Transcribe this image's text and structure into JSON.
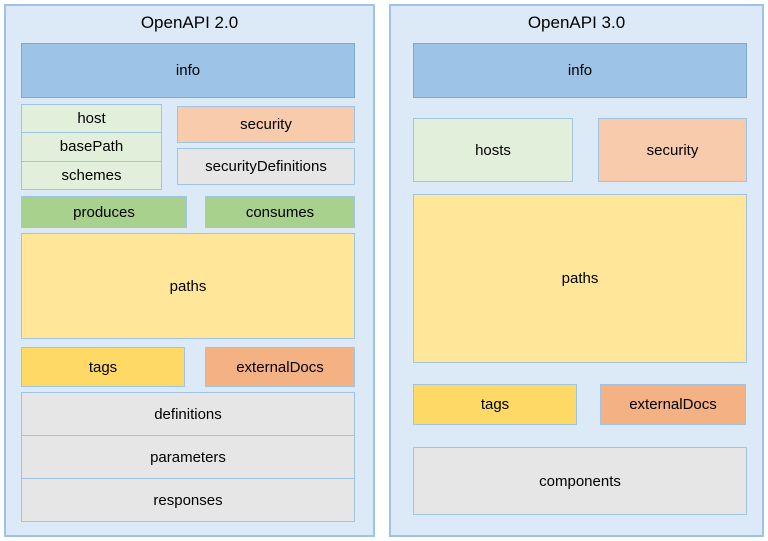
{
  "colors": {
    "panel_bg": "#dce9f6",
    "panel_border": "#9dc3e6",
    "box_border": "#a2c4e4",
    "info_border": "#7fa9d6",
    "blue": "#9dc3e6",
    "light_green": "#e2efda",
    "salmon": "#f8cbad",
    "gray": "#e7e6e6",
    "green": "#a9d18e",
    "yellow": "#ffe699",
    "gold": "#ffd966",
    "orange": "#f4b183"
  },
  "panels": [
    {
      "title": "OpenAPI 2.0",
      "boxes": {
        "info": "info",
        "host": "host",
        "basePath": "basePath",
        "schemes": "schemes",
        "security": "security",
        "securityDefinitions": "securityDefinitions",
        "produces": "produces",
        "consumes": "consumes",
        "paths": "paths",
        "tags": "tags",
        "externalDocs": "externalDocs",
        "definitions": "definitions",
        "parameters": "parameters",
        "responses": "responses"
      }
    },
    {
      "title": "OpenAPI 3.0",
      "boxes": {
        "info": "info",
        "hosts": "hosts",
        "security": "security",
        "paths": "paths",
        "tags": "tags",
        "externalDocs": "externalDocs",
        "components": "components"
      }
    }
  ]
}
